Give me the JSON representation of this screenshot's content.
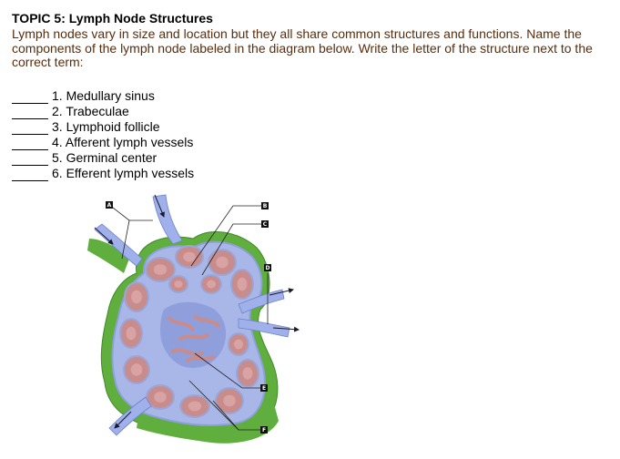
{
  "page": {
    "title": "TOPIC 5:  Lymph Node Structures",
    "intro": "Lymph nodes vary in size and location but they all share common structures and functions.  Name the components of the lymph node labeled in the diagram below.  Write the letter of the structure next to the correct term:"
  },
  "terms": [
    {
      "text": "1. Medullary sinus"
    },
    {
      "text": "2. Trabeculae"
    },
    {
      "text": "3. Lymphoid follicle"
    },
    {
      "text": "4. Afferent lymph vessels"
    },
    {
      "text": "5. Germinal center"
    },
    {
      "text": "6. Efferent lymph vessels"
    }
  ],
  "diagram": {
    "labels": [
      "A",
      "B",
      "C",
      "D",
      "E",
      "F"
    ],
    "colors": {
      "capsule": "#5fae3e",
      "capsule_dark": "#3f8a2a",
      "tissue": "#a9b7e8",
      "sinus": "#8e9fdc",
      "follicle": "#c98c8c",
      "follicle_center": "#d9a3a3",
      "vessel": "#9fb0ea"
    }
  }
}
